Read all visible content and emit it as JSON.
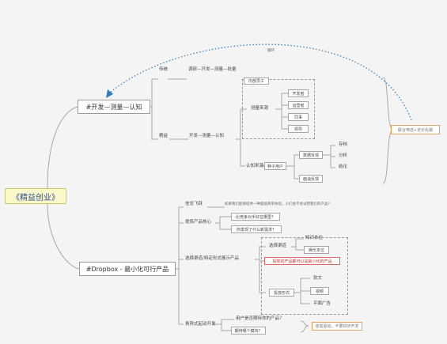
{
  "root": "《精益创业》",
  "branch1": {
    "title": "#开发—测量—认知",
    "traditional": {
      "label": "传统",
      "detail": "调研—开发—测量—批量"
    },
    "lean": {
      "label": "精益",
      "detail": "开发—测量—认知"
    },
    "internal_staff": "内部员工",
    "measure_source": {
      "label": "测量来源",
      "items": [
        "开发者",
        "运营者",
        "同事",
        "领导"
      ]
    },
    "cognition_source": "认知来源",
    "seed_users": "种子用户",
    "data_feedback": {
      "label": "数据反馈",
      "items": [
        "存档",
        "分析",
        "结论"
      ]
    },
    "market_feedback": "面谈反馈",
    "note_box": "联合筛选+定价先做",
    "arrow_label": "循环"
  },
  "branch2": {
    "title": "#Dropbox - 最小化可行产品",
    "c1": {
      "label": "信念飞跃",
      "detail": "如果我们能够提供一种超级简单体验，人们会不会试用我们的产品？"
    },
    "c2": {
      "label": "提炼产品核心",
      "q1": "比竞争对手好在哪里？",
      "q2": "你发现了什么新需求？"
    },
    "c3": {
      "label": "选择渠道/特定形式展示产品",
      "channel": {
        "label": "选择渠道",
        "items": [
          "知识本位",
          "娱乐本位"
        ]
      },
      "red_note": "投放的产品都可以是最小化的产品",
      "form": {
        "label": "投放形式",
        "items": [
          "软文",
          "视频",
          "平面广告"
        ]
      }
    },
    "c4": {
      "label": "贵宾式起动开发",
      "q1": "用户是否期待你的产品？",
      "q2": "期待哪个模块？",
      "note": "放需驱动，不要拼步开发"
    }
  },
  "colors": {
    "root_fill": "#fbf9c9",
    "root_text": "#2a4b9a",
    "link_dotted": "#2f7bbf",
    "note_red": "#d66666"
  }
}
